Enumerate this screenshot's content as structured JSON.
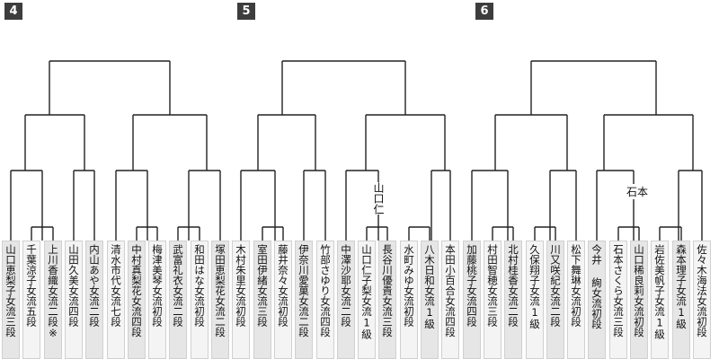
{
  "groups": [
    {
      "label": "4"
    },
    {
      "label": "5"
    },
    {
      "label": "6"
    }
  ],
  "players": [
    {
      "name": "山口恵梨子女流三段"
    },
    {
      "name": "千葉涼子女流五段"
    },
    {
      "name": "上川香織女流二段※"
    },
    {
      "name": "山田久美女流四段"
    },
    {
      "name": "内山あや女流二段"
    },
    {
      "name": "清水市代女流七段"
    },
    {
      "name": "中村真梨花女流四段"
    },
    {
      "name": "梅津美琴女流初段"
    },
    {
      "name": "武富礼衣女流二段"
    },
    {
      "name": "和田はな女流初段"
    },
    {
      "name": "塚田恵梨花女流二段"
    },
    {
      "name": "木村朱里女流初段"
    },
    {
      "name": "室田伊緒女流三段"
    },
    {
      "name": "藤井奈々女流初段"
    },
    {
      "name": "伊奈川愛菓女流二段"
    },
    {
      "name": "竹部さゆり女流四段"
    },
    {
      "name": "中澤沙耶女流二段"
    },
    {
      "name": "山口仁子梨女流1級"
    },
    {
      "name": "長谷川優貴女流三段"
    },
    {
      "name": "水町みゆ女流初段"
    },
    {
      "name": "八木日和女流1級"
    },
    {
      "name": "本田小百合女流四段"
    },
    {
      "name": "加藤桃子女流四段"
    },
    {
      "name": "村田智穂女流三段"
    },
    {
      "name": "北村桂香女流二段"
    },
    {
      "name": "久保翔子女流1級"
    },
    {
      "name": "川又咲紀女流二段"
    },
    {
      "name": "松下舞琳女流初段"
    },
    {
      "name": "今井 絢女流初段"
    },
    {
      "name": "石本さくら女流三段"
    },
    {
      "name": "山口稀良莉女流初段"
    },
    {
      "name": "岩佐美帆子女流1級"
    },
    {
      "name": "森本理子女流1級"
    },
    {
      "name": "佐々木海法女流初段"
    }
  ],
  "results": [
    {
      "text": "山口仁"
    },
    {
      "text": "石本"
    }
  ]
}
